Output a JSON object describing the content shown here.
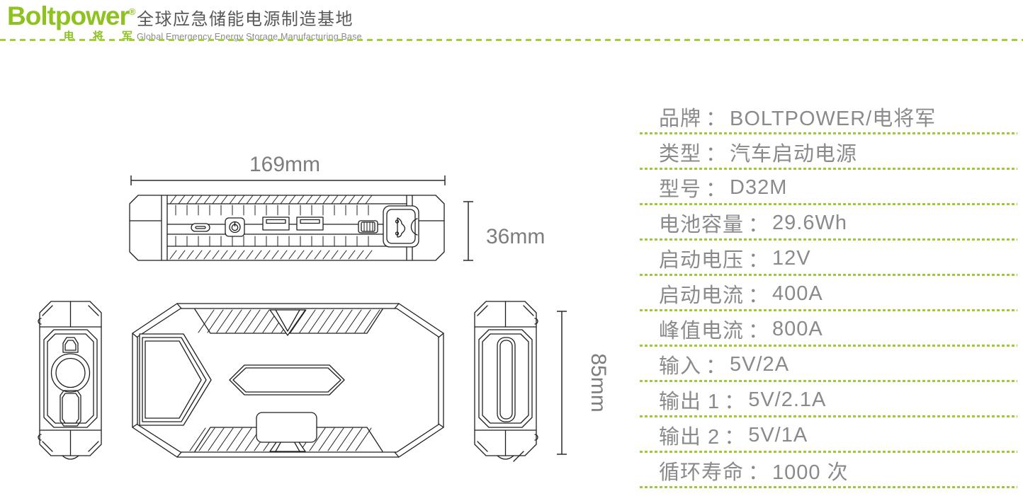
{
  "header": {
    "logo_text": "Boltpower",
    "registered": "®",
    "logo_sub": "电 将 军",
    "tagline_cn": "全球应急储能电源制造基地",
    "tagline_en": "Global Emergency Energy Storage Manufacturing Base"
  },
  "diagram": {
    "width_label": "169mm",
    "height_label": "36mm",
    "depth_label": "85mm"
  },
  "specs": {
    "colon": "：",
    "rows": [
      {
        "label": "品牌",
        "value": "BOLTPOWER/电将军"
      },
      {
        "label": "类型",
        "value": "汽车启动电源"
      },
      {
        "label": "型号",
        "value": "D32M"
      },
      {
        "label": "电池容量",
        "value": "29.6Wh"
      },
      {
        "label": "启动电压",
        "value": "12V"
      },
      {
        "label": "启动电流",
        "value": "400A"
      },
      {
        "label": "峰值电流",
        "value": "800A"
      },
      {
        "label": "输入",
        "value": "5V/2A"
      },
      {
        "label": "输出 1",
        "value": "5V/2.1A"
      },
      {
        "label": "输出 2",
        "value": "5V/1A"
      },
      {
        "label": "循环寿命",
        "value": "1000 次"
      }
    ]
  },
  "colors": {
    "brand_green": "#8dc21f",
    "dot_green": "#9ec93b",
    "spec_text_gray": "#8a8a8a",
    "tagline_dark_gray": "#595757",
    "drawing_line": "#1f1f1f"
  }
}
